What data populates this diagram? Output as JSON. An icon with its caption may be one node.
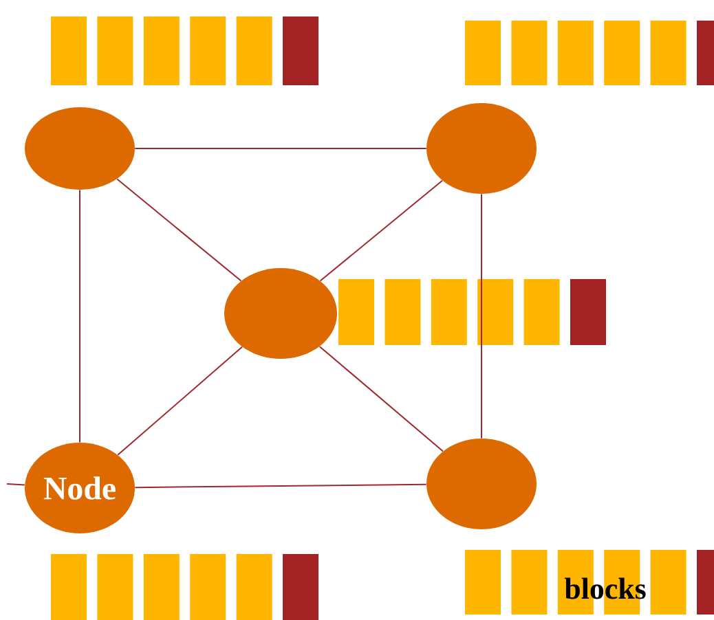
{
  "diagram": {
    "nodes": [
      {
        "text": [],
        "shape": "circle"
      },
      {
        "text": [],
        "shape": "circle"
      },
      {
        "text": [],
        "shape": "circle"
      },
      {
        "text": [
          "Node"
        ]
      },
      {
        "text": [],
        "shape": "circle"
      }
    ],
    "edges": [
      {
        "from": 0,
        "to": 1,
        "arrow": "none"
      },
      {
        "from": 0,
        "to": 3,
        "arrow": "none"
      },
      {
        "from": 1,
        "to": 4,
        "arrow": "none"
      },
      {
        "from": 3,
        "to": 4,
        "arrow": "none"
      },
      {
        "from": 0,
        "to": 2,
        "arrow": "none"
      },
      {
        "from": 1,
        "to": 2,
        "arrow": "none"
      },
      {
        "from": 3,
        "to": 2,
        "arrow": "none"
      },
      {
        "from": 4,
        "to": 2,
        "arrow": "none"
      },
      {
        "from": null,
        "to": 3,
        "arrow": "none"
      }
    ],
    "labels": [
      "blocks"
    ]
  }
}
